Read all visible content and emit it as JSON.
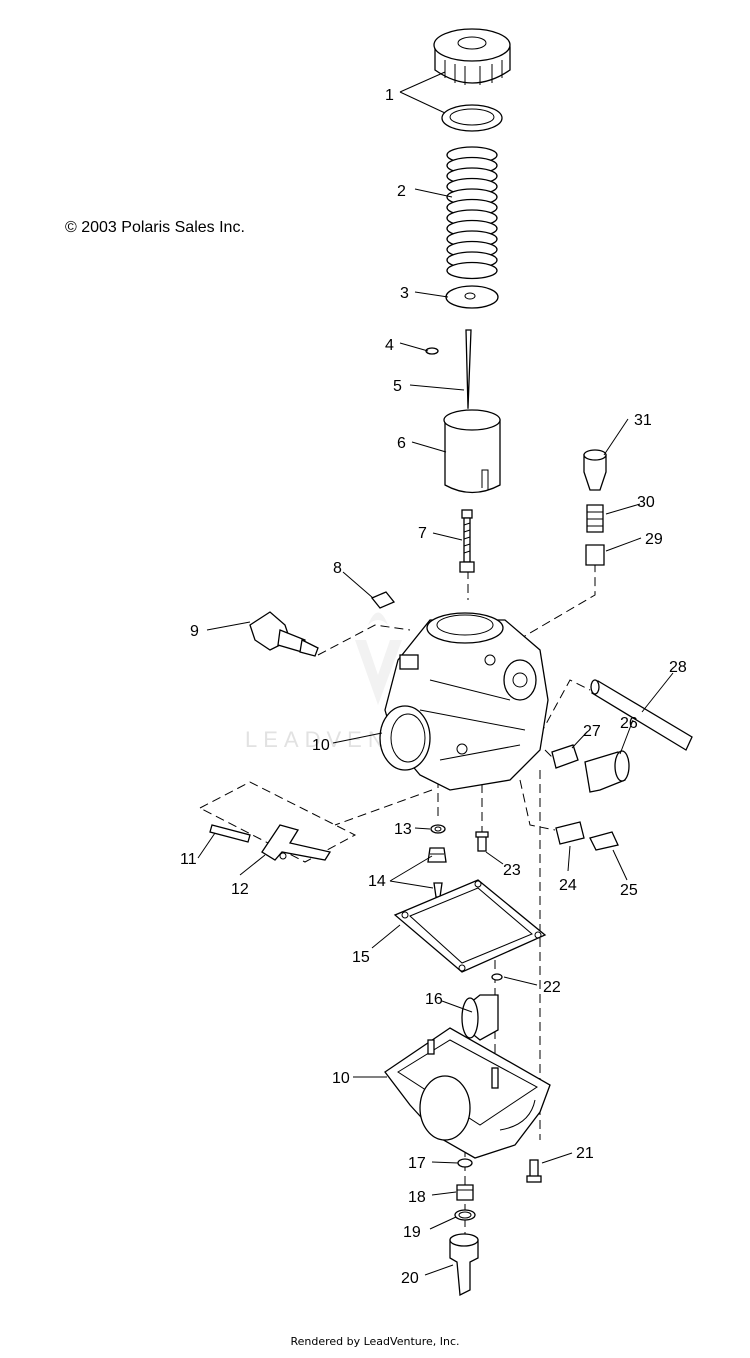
{
  "copyright": "© 2003 Polaris Sales Inc.",
  "footer": "Rendered by LeadVenture, Inc.",
  "watermark": "LEADVENTURE",
  "callouts": [
    "1",
    "2",
    "3",
    "4",
    "5",
    "6",
    "7",
    "8",
    "9",
    "10",
    "10",
    "11",
    "12",
    "13",
    "14",
    "15",
    "16",
    "17",
    "18",
    "19",
    "20",
    "21",
    "22",
    "23",
    "24",
    "25",
    "26",
    "27",
    "28",
    "29",
    "30",
    "31"
  ]
}
